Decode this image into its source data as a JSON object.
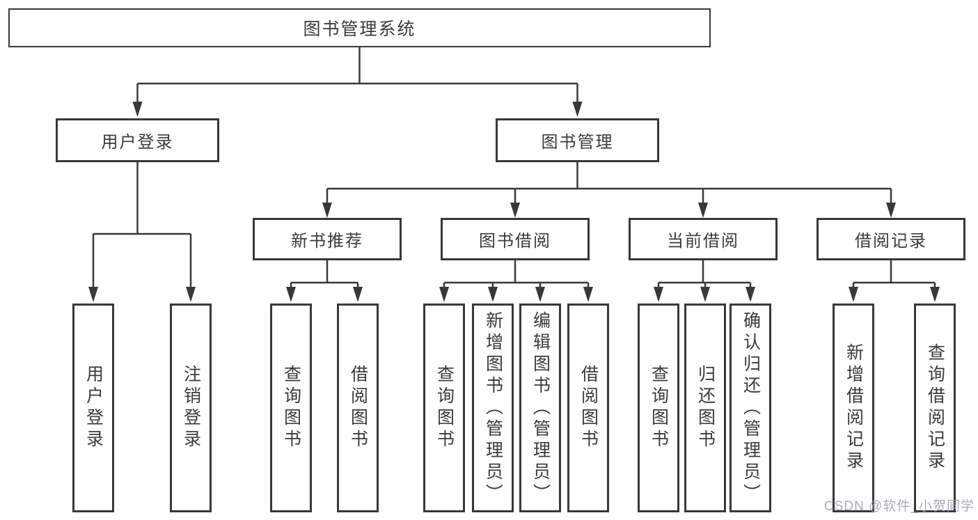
{
  "diagram": {
    "root": {
      "label": "图书管理系统"
    },
    "level2": [
      {
        "id": "user-login",
        "label": "用户登录"
      },
      {
        "id": "book-management",
        "label": "图书管理"
      }
    ],
    "level3": [
      {
        "id": "new-book-recommend",
        "label": "新书推荐"
      },
      {
        "id": "book-borrow",
        "label": "图书借阅"
      },
      {
        "id": "current-borrow",
        "label": "当前借阅"
      },
      {
        "id": "borrow-records",
        "label": "借阅记录"
      }
    ],
    "leaves": {
      "user_login": [
        "用户登录",
        "注销登录"
      ],
      "new_book_recommend": [
        "查询图书",
        "借阅图书"
      ],
      "book_borrow": [
        "查询图书",
        "新增图书（管理员）",
        "编辑图书（管理员）",
        "借阅图书"
      ],
      "current_borrow": [
        "查询图书",
        "归还图书",
        "确认归还（管理员）"
      ],
      "borrow_records": [
        "新增借阅记录",
        "查询借阅记录"
      ]
    },
    "watermark": "CSDN @软件_小贺同学",
    "colors": {
      "line": "#38383c",
      "box_border": "#38383c",
      "text": "#3a3a3a",
      "watermark": "#a0a3b0",
      "background": "#ffffff"
    }
  }
}
